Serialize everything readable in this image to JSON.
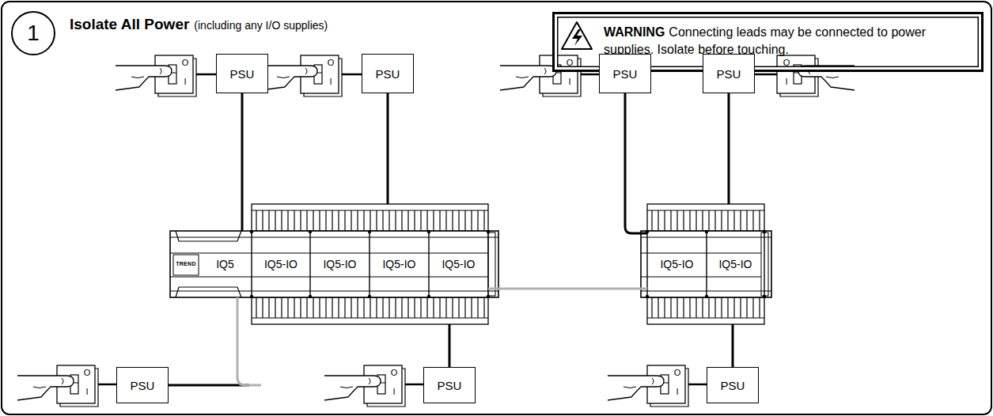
{
  "diagram": {
    "title": "Isolate All Power",
    "nodes": [
      {
        "text": [
          "1"
        ]
      },
      {
        "text": [
          "WARNING",
          "Connecting leads may be connected to power supplies. Isolate before touching."
        ]
      },
      {
        "text": [
          "PSU"
        ]
      },
      {
        "text": [
          "PSU"
        ]
      },
      {
        "text": [
          "PSU"
        ]
      },
      {
        "text": [
          "PSU"
        ]
      },
      {
        "text": [
          "IQ5"
        ]
      },
      {
        "text": [
          "IQ5-IO"
        ]
      },
      {
        "text": [
          "IQ5-IO"
        ]
      },
      {
        "text": [
          "IQ5-IO"
        ]
      },
      {
        "text": [
          "IQ5-IO"
        ]
      },
      {
        "text": [
          "IQ5-IO"
        ]
      },
      {
        "text": [
          "IQ5-IO"
        ]
      },
      {
        "text": [
          "PSU"
        ]
      },
      {
        "text": [
          "PSU"
        ]
      },
      {
        "text": [
          "PSU"
        ]
      }
    ],
    "edges": [
      {
        "from": 2,
        "to": 6,
        "arrow": "none"
      },
      {
        "from": 3,
        "to": 9,
        "arrow": "none"
      },
      {
        "from": 4,
        "to": 11,
        "arrow": "none"
      },
      {
        "from": 5,
        "to": 12,
        "arrow": "none"
      },
      {
        "from": 13,
        "to": 6,
        "arrow": "none"
      },
      {
        "from": 14,
        "to": 10,
        "arrow": "none"
      },
      {
        "from": 15,
        "to": 12,
        "arrow": "none"
      },
      {
        "from": 10,
        "to": 11,
        "arrow": "none"
      }
    ],
    "labels": [
      "(including any I/O supplies)",
      "TREND",
      "O",
      "I",
      "O",
      "I",
      "O",
      "I",
      "O",
      "I",
      "O",
      "I",
      "O",
      "I",
      "O",
      "I"
    ]
  }
}
